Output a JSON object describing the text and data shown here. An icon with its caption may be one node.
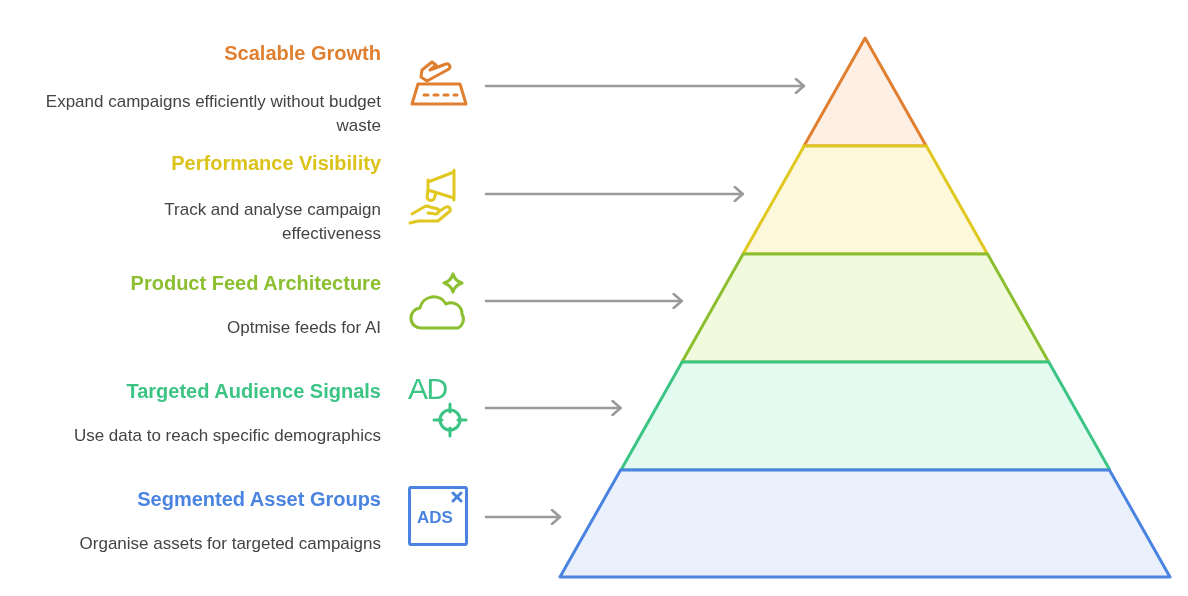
{
  "diagram": {
    "nodes": [
      {
        "text": [
          "Scalable Growth",
          "Expand campaigns efficiently without budget waste"
        ]
      },
      {
        "text": [
          "Performance Visibility",
          "Track and analyse campaign effectiveness"
        ]
      },
      {
        "text": [
          "Product Feed Architecture",
          "Optmise feeds for AI"
        ]
      },
      {
        "text": [
          "Targeted Audience Signals",
          "Use data to reach specific demographics"
        ]
      },
      {
        "text": [
          "Segmented Asset Groups",
          "Organise assets for targeted campaigns"
        ]
      },
      {
        "text": [],
        "shape": "triangle"
      },
      {
        "text": [],
        "shape": "trapezoid"
      },
      {
        "text": [],
        "shape": "trapezoid"
      },
      {
        "text": [],
        "shape": "trapezoid"
      },
      {
        "text": [],
        "shape": "trapezoid"
      }
    ],
    "edges": [
      {
        "from": 0,
        "to": 5,
        "arrow": "to"
      },
      {
        "from": 1,
        "to": 6,
        "arrow": "to"
      },
      {
        "from": 2,
        "to": 7,
        "arrow": "to"
      },
      {
        "from": 3,
        "to": 8,
        "arrow": "to"
      },
      {
        "from": 4,
        "to": 9,
        "arrow": "to"
      }
    ],
    "labels": [
      "AD",
      "ADS"
    ]
  }
}
